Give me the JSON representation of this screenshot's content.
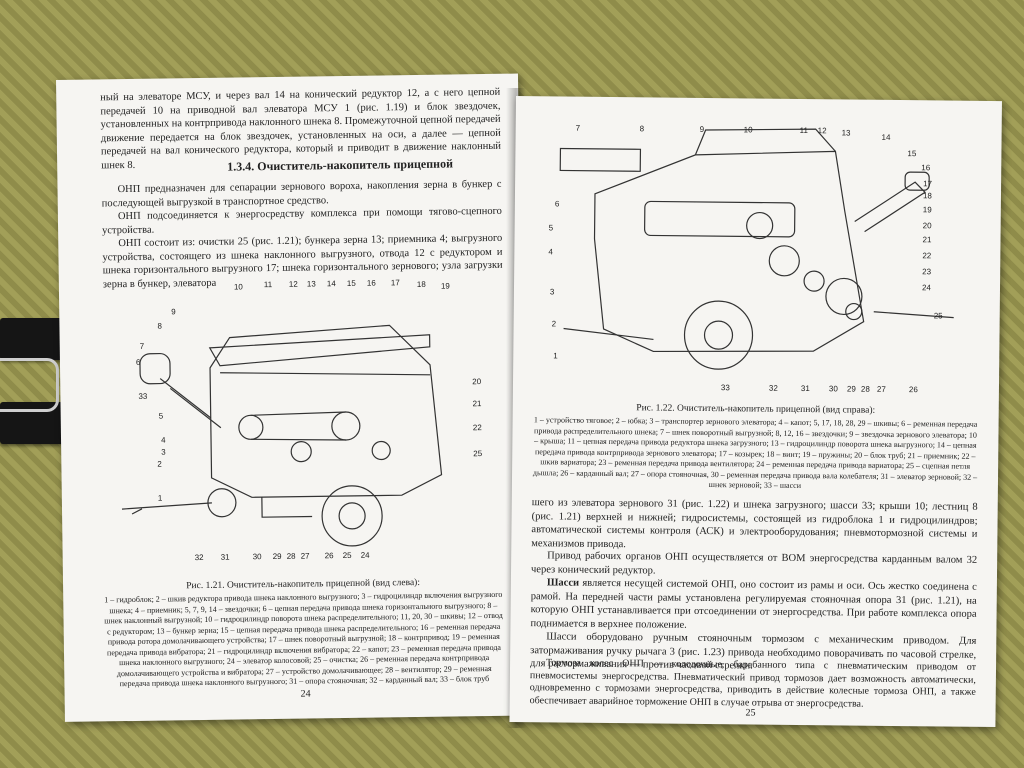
{
  "left_page": {
    "intro": "ный на элеваторе МСУ, и через вал 14 на конический редуктор 12, а с него цепной передачей 10 на приводной вал элеватора МСУ 1 (рис. 1.19) и блок звездочек, установленных на контрпривода наклонного шнека 8. Промежуточной цепной передачей движение передается на блок звездочек, установленных на оси, а далее — цепной передачей на вал конического редуктора, который и приводит в движение наклонный шнек 8.",
    "section_title": "1.3.4. Очиститель-накопитель прицепной",
    "para1": "ОНП предназначен для сепарации зернового вороха, накопления зерна в бункер с последующей выгрузкой в транспортное средство.",
    "para2": "ОНП подсоединяется к энергосредству комплекса при помощи тягово-сцепного устройства.",
    "para3": "ОНП состоит из: очистки 25 (рис. 1.21); бункера зерна 13; приемника 4; выгрузного устройства, состоящего из шнека наклонного выгрузного, отвода 12 с редуктором и шнека горизонтального выгрузного 17; шнека горизонтального зернового; узла загрузки зерна в бункер, элеватора",
    "figure_caption": "Рис. 1.21. Очиститель-накопитель прицепной (вид слева):",
    "legend": "1 – гидроблок; 2 – шкив редуктора привода шнека наклонного выгрузного; 3 – гидроцилиндр включения выгрузного шнека; 4 – приемник; 5, 7, 9, 14 – звездочки; 6 – цепная передача привода шнека горизонтального выгрузного; 8 – шнек наклонный выгрузной; 10 – гидроцилиндр поворота шнека распределительного; 11, 20, 30 – шкивы; 12 – отвод с редуктором; 13 – бункер зерна; 15 – цепная передача привода шнека распределительного; 16 – ременная передача привода ротора домолачивающего устройства; 17 – шнек поворотный выгрузной; 18 – контрпривод; 19 – ременная передача привода вибратора; 21 – гидроцилиндр включения вибратора; 22 – капот; 23 – ременная передача привода шнека наклонного выгрузного; 24 – элеватор колосовой; 25 – очистка; 26 – ременная передача контрпривода домолачивающего устройства и вибратора; 27 – устройство домолачивающее; 28 – вентилятор; 29 – ременная передача привода шнека наклонного выгрузного; 31 – опора стояночная; 32 – карданный вал; 33 – блок труб",
    "page_number": "24",
    "callouts_top": [
      "10",
      "11",
      "12",
      "13",
      "14",
      "15",
      "16",
      "17",
      "18",
      "19"
    ],
    "callouts_left": [
      "9",
      "8",
      "7",
      "6",
      "33",
      "5",
      "4",
      "3",
      "2",
      "1"
    ],
    "callouts_right": [
      "20",
      "21",
      "22",
      "25"
    ],
    "callouts_bottom": [
      "32",
      "31",
      "30",
      "29",
      "28",
      "27",
      "26",
      "25",
      "24"
    ]
  },
  "right_page": {
    "figure_caption": "Рис. 1.22. Очиститель-накопитель прицепной (вид справа):",
    "legend": "1 – устройство тяговое; 2 – юбка; 3 – транспортер зернового элеватора; 4 – капот; 5, 17, 18, 28, 29 – шкивы; 6 – ременная передача привода распределительного шнека; 7 – шнек поворотный выгрузной; 8, 12, 16 – звездочки; 9 – звездочка зернового элеватора; 10 – крыша; 11 – цепная передача привода редуктора шнека загрузного; 13 – гидроцилиндр поворота шнека выгрузного; 14 – цепная передача привода контрпривода зернового элеватора; 17 – козырек; 18 – винт; 19 – пружины; 20 – блок труб; 21 – приемник; 22 – шкив вариатора; 23 – ременная передача привода вентилятора; 24 – ременная передача привода вариатора; 25 – сцепная петля дышла; 26 – карданный вал; 27 – опора стояночная, 30 – ременная передача привода вала колебателя; 31 – элеватор зерновой; 32 – шнек зерновой; 33 – шасси",
    "para1": "шего из элеватора зернового 31 (рис. 1.22) и шнека загрузного; шасси 33; крыши 10; лестниц 8 (рис. 1.21) верхней и нижней; гидросистемы, состоящей из гидроблока 1 и гидроцилиндров; автоматической системы контроля (АСК) и электрооборудования; пневмотормозной системы и механизмов привода.",
    "para2": "Привод рабочих органов ОНП осуществляется от ВОМ энергосредства карданным валом 32 через конический редуктор.",
    "para3_bold": "Шасси",
    "para3": " является несущей системой ОНП, оно состоит из рамы и оси. Ось жестко соединена с рамой. На передней части рамы установлена регулируемая стояночная опора 31 (рис. 1.21), на которую ОНП устанавливается при отсоединении от энергосредства. При работе комплекса опора поднимается в верхнее положение.",
    "para4": "Шасси оборудовано ручным стояночным тормозом с механическим приводом. Для затормаживания ручку рычага 3 (рис. 1.23) привода необходимо поворачивать по часовой стрелке, для растормаживания — против часовой стрелки.",
    "para5": "Тормоза колес ОНП — колодочные, барабанного типа с пневматическим приводом от пневмосистемы энергосредства. Пневматический привод тормозов дает возможность автоматически, одновременно с тормозами энергосредства, приводить в действие колесные тормоза ОНП, а также обеспечивает аварийное торможение ОНП в случае отрыва от энергосредства.",
    "page_number": "25",
    "callouts_top": [
      "7",
      "8",
      "9",
      "10",
      "11",
      "12",
      "13",
      "14"
    ],
    "callouts_left": [
      "6",
      "5",
      "4",
      "3",
      "2",
      "1"
    ],
    "callouts_right": [
      "15",
      "16",
      "17",
      "18",
      "19",
      "20",
      "21",
      "22",
      "23",
      "24",
      "25"
    ],
    "callouts_bottom": [
      "33",
      "32",
      "31",
      "30",
      "29",
      "28",
      "27",
      "26"
    ]
  }
}
